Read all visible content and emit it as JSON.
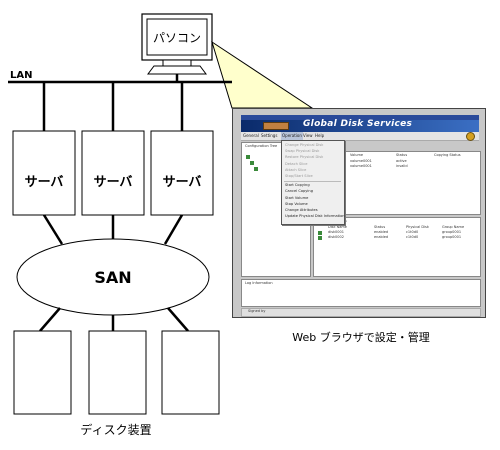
{
  "nodes": {
    "pc": "パソコン",
    "lan": "LAN",
    "servers": [
      "サーバ",
      "サーバ",
      "サーバ"
    ],
    "san": "SAN",
    "disk_caption": "ディスク装置",
    "web_caption": "Web ブラウザで設定・管理"
  },
  "browser": {
    "brand": "Global Disk Services",
    "menu": [
      "General",
      "Settings",
      "Operation",
      "View",
      "Help"
    ],
    "dropdown": [
      {
        "label": "Change Physical Disk",
        "dim": true
      },
      {
        "label": "Swap Physical Disk",
        "dim": true
      },
      {
        "label": "Restore Physical Disk",
        "dim": true
      },
      {
        "label": "Detach Slice",
        "dim": true
      },
      {
        "label": "Attach Slice",
        "dim": true
      },
      {
        "label": "Stop/Start Slice",
        "dim": true
      },
      {
        "label": "Start Copying",
        "dim": false
      },
      {
        "label": "Cancel Copying",
        "dim": false
      },
      {
        "label": "Start Volume",
        "dim": false
      },
      {
        "label": "Stop Volume",
        "dim": false
      },
      {
        "label": "Change Attributes",
        "dim": false
      },
      {
        "label": "Update Physical Disk Information",
        "dim": false
      }
    ],
    "panels": {
      "left_title": "Configuration Tree",
      "right_top_headers": [
        "Volume",
        "Status",
        "Copying Status"
      ],
      "right_top_rows": [
        [
          "volume0001",
          "active",
          ""
        ],
        [
          "volume0001",
          "invalid",
          ""
        ]
      ],
      "right_bot_title": "Slice Information",
      "right_bot_headers": [
        "Disk Name",
        "Status",
        "Physical Disk",
        "Group Name"
      ],
      "right_bot_rows": [
        [
          "disk0001",
          "enabled",
          "c1t0d0",
          "group0001"
        ],
        [
          "disk0002",
          "enabled",
          "c1t0d0",
          "group0001"
        ]
      ],
      "log_title": "Log Information",
      "status_text": "Signed by"
    }
  }
}
